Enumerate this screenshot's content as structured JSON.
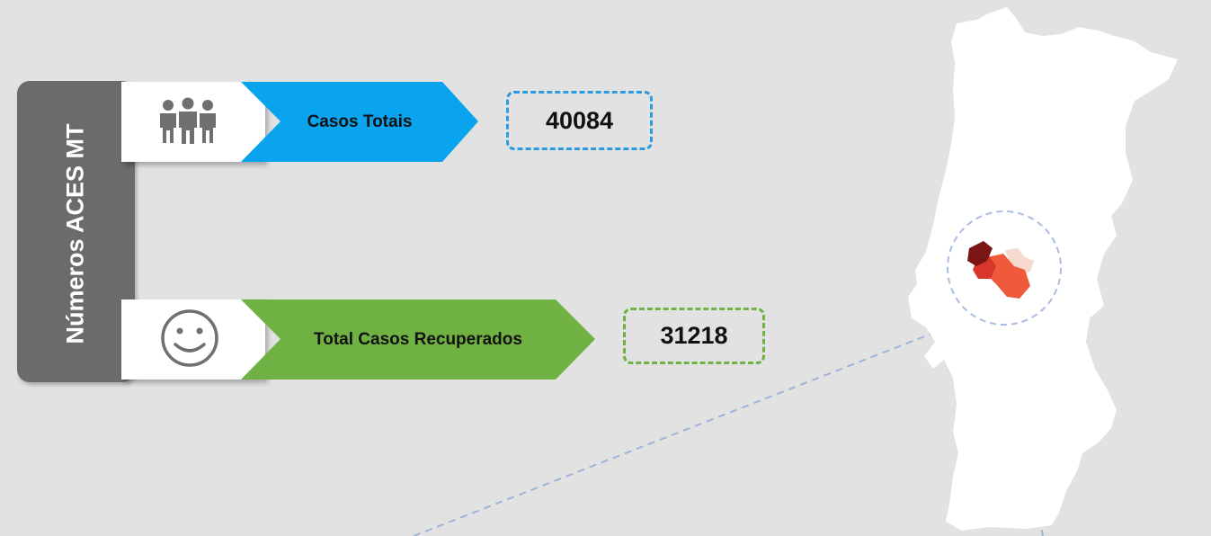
{
  "sidebar": {
    "title": "Números ACES MT"
  },
  "cards": [
    {
      "label": "Casos Totais",
      "value": "40084",
      "icon": "people-group-icon",
      "color": "#0aa4ee"
    },
    {
      "label": "Total Casos Recuperados",
      "value": "31218",
      "icon": "smiley-icon",
      "color": "#6fb142"
    }
  ],
  "map": {
    "icon": "portugal-map-icon",
    "highlight_colors": [
      "#7b1414",
      "#d9362b",
      "#ef5a3a",
      "#f6d9cf"
    ]
  }
}
